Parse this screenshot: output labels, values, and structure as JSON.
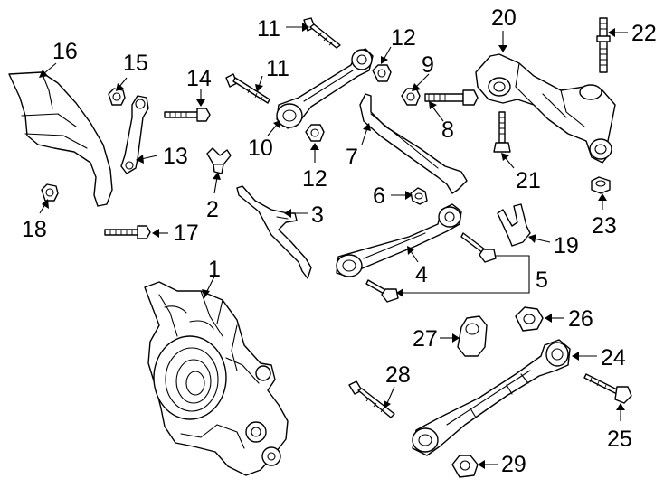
{
  "callouts": [
    {
      "id": "c1",
      "text": "1"
    },
    {
      "id": "c2",
      "text": "2"
    },
    {
      "id": "c3",
      "text": "3"
    },
    {
      "id": "c4",
      "text": "4"
    },
    {
      "id": "c5",
      "text": "5"
    },
    {
      "id": "c6",
      "text": "6"
    },
    {
      "id": "c7",
      "text": "7"
    },
    {
      "id": "c8",
      "text": "8"
    },
    {
      "id": "c9",
      "text": "9"
    },
    {
      "id": "c10",
      "text": "10"
    },
    {
      "id": "c11a",
      "text": "11"
    },
    {
      "id": "c11b",
      "text": "11"
    },
    {
      "id": "c12a",
      "text": "12"
    },
    {
      "id": "c12b",
      "text": "12"
    },
    {
      "id": "c13",
      "text": "13"
    },
    {
      "id": "c14",
      "text": "14"
    },
    {
      "id": "c15",
      "text": "15"
    },
    {
      "id": "c16",
      "text": "16"
    },
    {
      "id": "c17",
      "text": "17"
    },
    {
      "id": "c18",
      "text": "18"
    },
    {
      "id": "c19",
      "text": "19"
    },
    {
      "id": "c20",
      "text": "20"
    },
    {
      "id": "c21",
      "text": "21"
    },
    {
      "id": "c22",
      "text": "22"
    },
    {
      "id": "c23",
      "text": "23"
    },
    {
      "id": "c24",
      "text": "24"
    },
    {
      "id": "c25",
      "text": "25"
    },
    {
      "id": "c26",
      "text": "26"
    },
    {
      "id": "c27",
      "text": "27"
    },
    {
      "id": "c28",
      "text": "28"
    },
    {
      "id": "c29",
      "text": "29"
    }
  ]
}
